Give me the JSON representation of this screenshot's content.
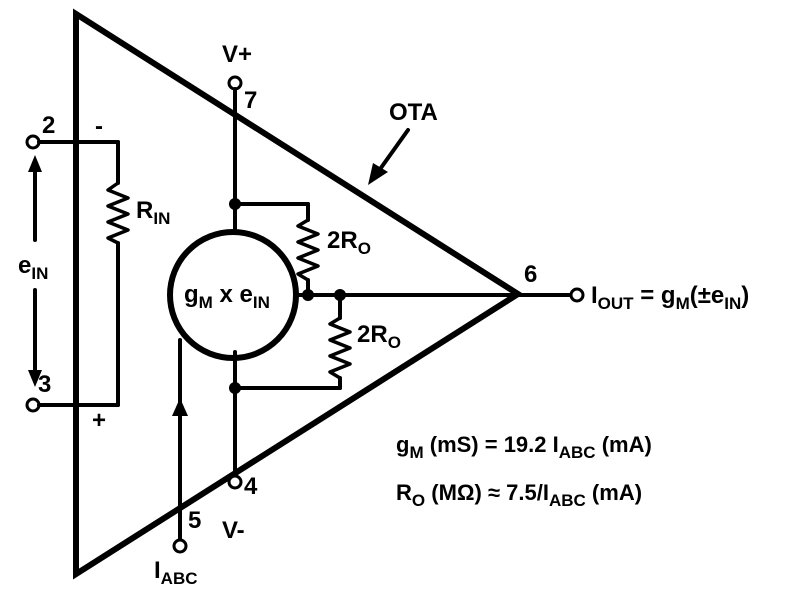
{
  "block": {
    "name": "OTA"
  },
  "pins": {
    "p2": "2",
    "p3": "3",
    "p5": "5",
    "p6": "6",
    "p7": "7",
    "p4": "4"
  },
  "polarity": {
    "minus": "-",
    "plus": "+"
  },
  "supplies": {
    "vplus": "V+",
    "vminus": "V-"
  },
  "labels": {
    "rin_main": "R",
    "rin_sub": "IN",
    "ein_main": "e",
    "ein_sub": "IN",
    "r_top_main": "2R",
    "r_top_sub": "O",
    "r_bot_main": "2R",
    "r_bot_sub": "O",
    "gm_main": "g",
    "gm_sub": "M",
    "gm_x": " x e",
    "gm_sub2": "IN",
    "iabc_main": "I",
    "iabc_sub": "ABC"
  },
  "output": {
    "i_main": "I",
    "i_sub": "OUT",
    "eq": " = g",
    "g_sub": "M",
    "paren": "(±e",
    "e_sub": "IN",
    "close": ")"
  },
  "equations": {
    "gm": {
      "g": "g",
      "g_sub": "M",
      "unit1": " (mS) = 19.2 I",
      "i_sub": "ABC",
      "unit2": " (mA)"
    },
    "ro": {
      "r": "R",
      "r_sub": "O",
      "unit1": " (MΩ) ≈ 7.5/I",
      "i_sub": "ABC",
      "unit2": " (mA)"
    }
  },
  "icons": {
    "arrow": "arrow-icon",
    "terminal": "terminal-icon",
    "resistor": "resistor-icon"
  }
}
